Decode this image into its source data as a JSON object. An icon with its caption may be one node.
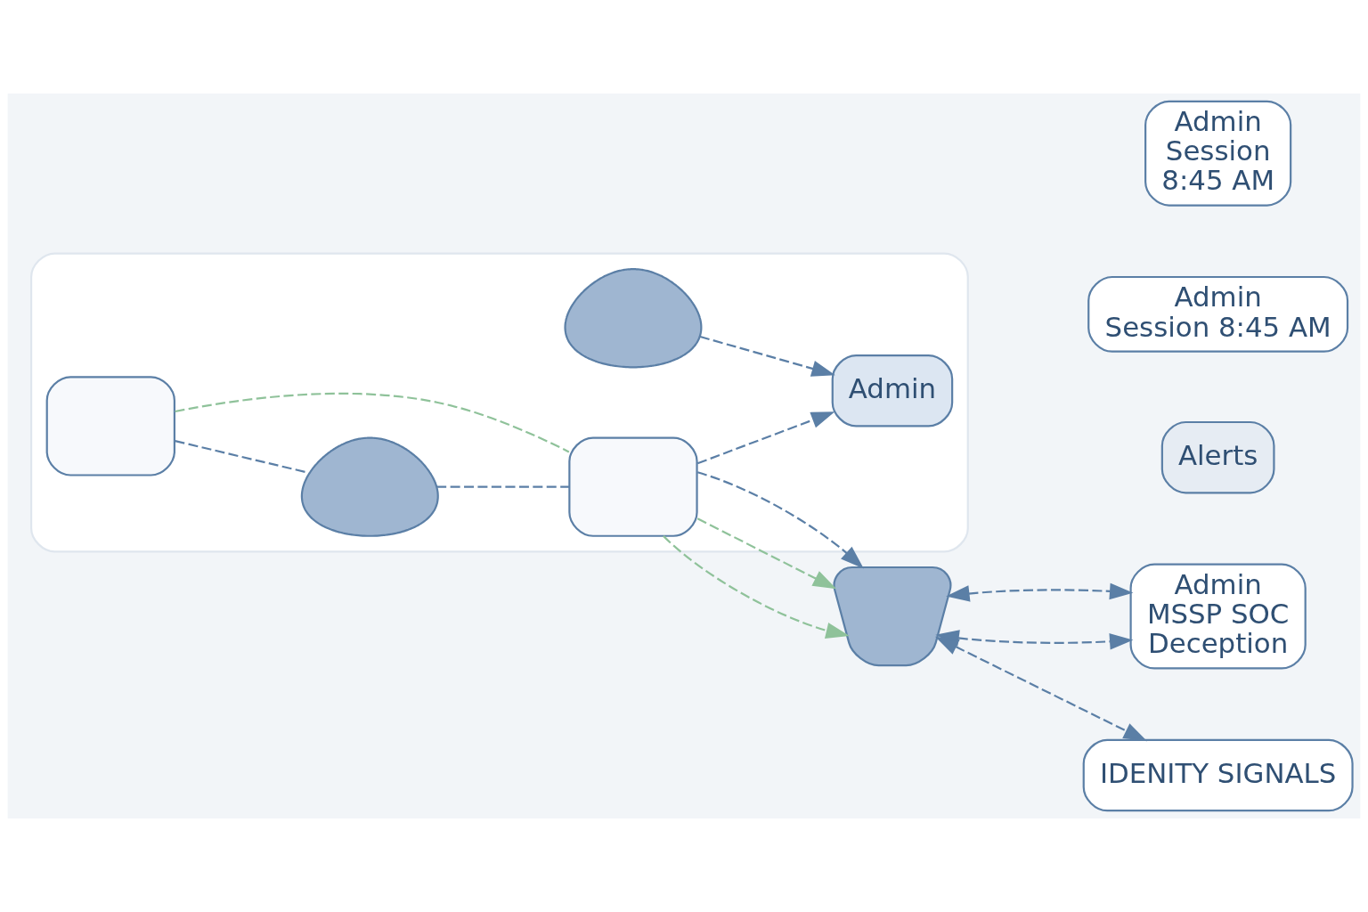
{
  "diagram": {
    "nodes": [
      {
        "text": [],
        "shape": "box"
      },
      {
        "text": [],
        "shape": "person",
        "in": 0
      },
      {
        "text": [
          "Admin"
        ],
        "in": 0
      },
      {
        "text": [],
        "shape": "box",
        "in": 0
      },
      {
        "text": [],
        "shape": "person",
        "in": 0
      },
      {
        "text": [],
        "shape": "box",
        "in": 0
      },
      {
        "text": [],
        "shape": "funnel"
      },
      {
        "text": [
          "Alerts"
        ]
      },
      {
        "text": [
          "Admin",
          "MSSP SOC",
          "Deception"
        ]
      },
      {
        "text": [
          "Admin",
          "Session 8:45 AM"
        ]
      },
      {
        "text": [
          "IDENITY SIGNALS"
        ]
      },
      {
        "text": [
          "Admin",
          "Session",
          "8:45 AM"
        ]
      }
    ],
    "edges": [
      {
        "from": 1,
        "to": 2,
        "arrow": "to",
        "style": "dashed"
      },
      {
        "from": 5,
        "to": 2,
        "arrow": "to",
        "style": "dashed"
      },
      {
        "from": 3,
        "to": 4,
        "arrow": "none",
        "style": "dashed"
      },
      {
        "from": 3,
        "to": 5,
        "arrow": "none",
        "style": "dashed",
        "color": "#8fc29a"
      },
      {
        "from": 4,
        "to": 5,
        "arrow": "none",
        "style": "dashed"
      },
      {
        "from": 5,
        "to": 6,
        "arrow": "to",
        "style": "dashed",
        "color": "#8fc29a"
      },
      {
        "from": 5,
        "to": 6,
        "arrow": "to",
        "style": "dashed",
        "color": "#8fc29a"
      },
      {
        "from": 5,
        "to": 6,
        "arrow": "to",
        "style": "dashed"
      },
      {
        "from": 6,
        "to": 8,
        "arrow": "both",
        "style": "dashed"
      },
      {
        "from": 6,
        "to": 8,
        "arrow": "both",
        "style": "dashed"
      },
      {
        "from": 6,
        "to": 10,
        "arrow": "both",
        "style": "dashed"
      }
    ]
  }
}
